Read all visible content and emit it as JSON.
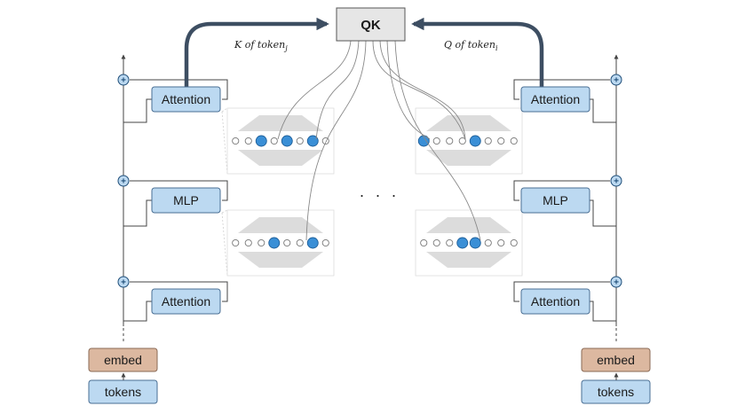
{
  "qk": {
    "label": "QK"
  },
  "annotations": {
    "left_prefix": "K of token",
    "left_sub": "j",
    "right_prefix": "Q of token",
    "right_sub": "i",
    "ellipsis": ". . ."
  },
  "left_column": {
    "blocks": [
      "Attention",
      "MLP",
      "Attention"
    ],
    "embed": "embed",
    "tokens": "tokens"
  },
  "right_column": {
    "blocks": [
      "Attention",
      "MLP",
      "Attention"
    ],
    "embed": "embed",
    "tokens": "tokens"
  },
  "residual_symbol": "+",
  "colors": {
    "block_fill": "#bcd9f1",
    "block_stroke": "#4a6f94",
    "embed_fill": "#dcb8a0",
    "embed_stroke": "#8a6a55",
    "qk_fill": "#e6e6e6",
    "qk_stroke": "#555555",
    "thick_arrow": "#3d4e62",
    "highlight_neuron": "#3a8fd6",
    "panel_shape": "#dcdcdc"
  }
}
